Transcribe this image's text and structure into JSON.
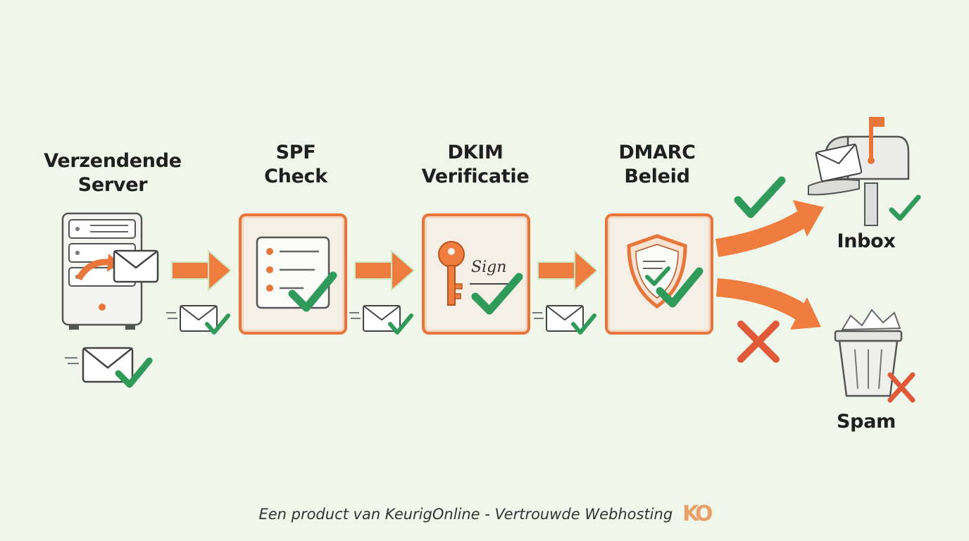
{
  "stages": {
    "server": {
      "line1": "Verzendende",
      "line2": "Server"
    },
    "spf": {
      "line1": "SPF",
      "line2": "Check"
    },
    "dkim": {
      "line1": "DKIM",
      "line2": "Verificatie",
      "signature_text": "Sign"
    },
    "dmarc": {
      "line1": "DMARC",
      "line2": "Beleid"
    }
  },
  "outcomes": {
    "inbox": "Inbox",
    "spam": "Spam"
  },
  "footer": {
    "text": "Een product van KeurigOnline - Vertrouwde Webhosting",
    "logo_text": "KO"
  },
  "colors": {
    "accent_orange": "#e8763a",
    "check_green": "#2f9a5a",
    "cross_red": "#e05a3a",
    "background": "#f1f6ea"
  },
  "icons": [
    "server-icon",
    "envelope-icon",
    "checklist-icon",
    "key-icon",
    "shield-icon",
    "mailbox-icon",
    "trash-can-icon",
    "check-icon",
    "cross-icon",
    "arrow-icon"
  ]
}
